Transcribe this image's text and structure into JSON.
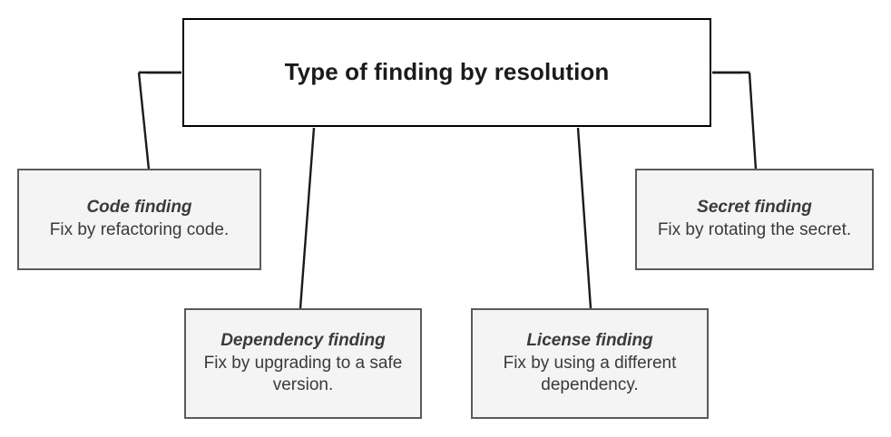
{
  "diagram": {
    "type": "tree",
    "title": "Type of finding by resolution",
    "background_color": "#ffffff",
    "root": {
      "id": "root",
      "label": "Type of finding by resolution",
      "fill_color": "#ffffff",
      "border_color": "#000000",
      "text_color": "#1b1b1b"
    },
    "children": [
      {
        "id": "code-finding",
        "title": "Code finding",
        "description": "Fix by refactoring code.",
        "fill_color": "#f4f4f4",
        "border_color": "#5a5a5a",
        "text_color": "#3a3a3a"
      },
      {
        "id": "dependency-finding",
        "title": "Dependency finding",
        "description": "Fix by upgrading to a safe version.",
        "fill_color": "#f4f4f4",
        "border_color": "#5a5a5a",
        "text_color": "#3a3a3a"
      },
      {
        "id": "license-finding",
        "title": "License finding",
        "description": "Fix by using a different dependency.",
        "fill_color": "#f4f4f4",
        "border_color": "#5a5a5a",
        "text_color": "#3a3a3a"
      },
      {
        "id": "secret-finding",
        "title": "Secret finding",
        "description": "Fix by rotating the secret.",
        "fill_color": "#f4f4f4",
        "border_color": "#5a5a5a",
        "text_color": "#3a3a3a"
      }
    ],
    "connectors": [
      {
        "id": "connector-root-to-code",
        "from": "root",
        "to": "code-finding",
        "style": "elbow",
        "color": "#1b1b1b"
      },
      {
        "id": "connector-root-to-dependency",
        "from": "root",
        "to": "dependency-finding",
        "style": "straight",
        "color": "#1b1b1b"
      },
      {
        "id": "connector-root-to-license",
        "from": "root",
        "to": "license-finding",
        "style": "straight",
        "color": "#1b1b1b"
      },
      {
        "id": "connector-root-to-secret",
        "from": "root",
        "to": "secret-finding",
        "style": "elbow",
        "color": "#1b1b1b"
      }
    ]
  }
}
